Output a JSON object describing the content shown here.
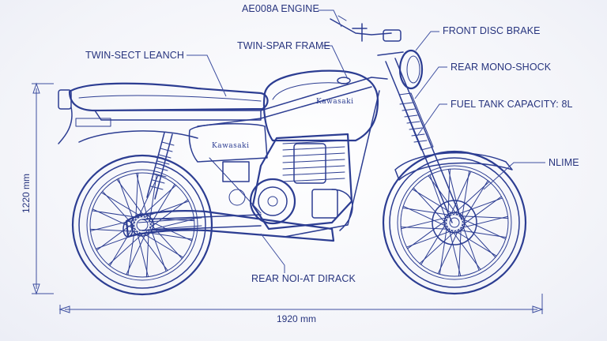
{
  "labels": {
    "engine": "AE008A ENGINE",
    "front_brake": "FRONT DISC BRAKE",
    "frame": "TWIN-SPAR FRAME",
    "seat": "TWIN-SECT LEANCH",
    "rear_shock": "REAR MONO-SHOCK",
    "fuel_tank": "FUEL TANK CAPACITY: 8L",
    "nlime": "NLIME",
    "rear_rack": "REAR NOI-AT DIRACK"
  },
  "dimensions": {
    "height": "1220 mm",
    "length": "1920 mm"
  },
  "brand": {
    "tank": "Kawasaki",
    "side_cover": "Kawasaki"
  },
  "colors": {
    "ink": "#2c3d92",
    "paper": "#f6f7fb"
  }
}
